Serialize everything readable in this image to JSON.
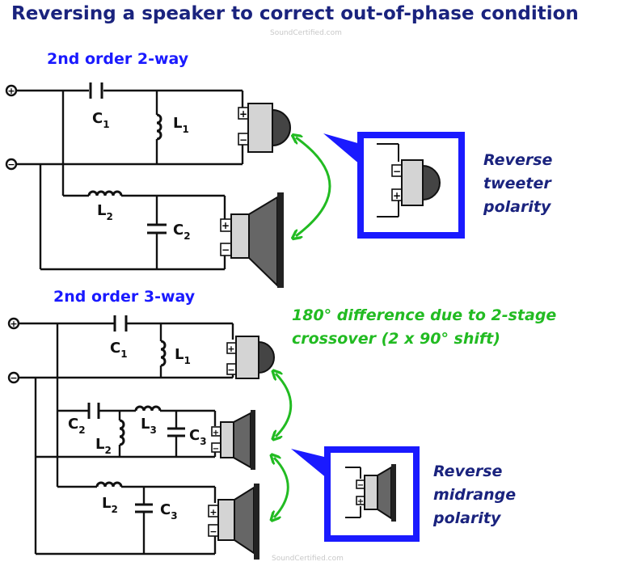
{
  "title": "Reversing a speaker to correct out-of-phase condition",
  "watermark": "SoundCertified.com",
  "sections": {
    "two_way": "2nd order 2-way",
    "three_way": "2nd order 3-way"
  },
  "notes": {
    "tweeter": [
      "Reverse",
      "tweeter",
      "polarity"
    ],
    "midrange": [
      "Reverse",
      "midrange",
      "polarity"
    ],
    "shift": [
      "180° difference due to 2-stage",
      "crossover (2 x 90° shift)"
    ]
  },
  "terminals": {
    "plus": "+",
    "minus": "−"
  },
  "components": {
    "two_way": {
      "c1": {
        "letter": "C",
        "sub": "1"
      },
      "l1": {
        "letter": "L",
        "sub": "1"
      },
      "l2": {
        "letter": "L",
        "sub": "2"
      },
      "c2": {
        "letter": "C",
        "sub": "2"
      }
    },
    "three_way": {
      "c1": {
        "letter": "C",
        "sub": "1"
      },
      "l1": {
        "letter": "L",
        "sub": "1"
      },
      "c2": {
        "letter": "C",
        "sub": "2"
      },
      "l2": {
        "letter": "L",
        "sub": "2"
      },
      "l3": {
        "letter": "L",
        "sub": "3"
      },
      "c3": {
        "letter": "C",
        "sub": "3"
      },
      "l2b": {
        "letter": "L",
        "sub": "2"
      },
      "c3b": {
        "letter": "C",
        "sub": "3"
      }
    }
  },
  "colors": {
    "title": "#1a237e",
    "section": "#1a1aff",
    "box": "#1a1aff",
    "arrow": "#22bb22",
    "wire": "#111111"
  }
}
